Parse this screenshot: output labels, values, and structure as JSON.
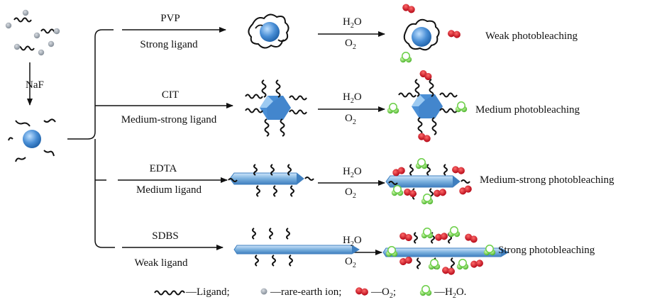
{
  "left": {
    "reagent": "NaF"
  },
  "rows": [
    {
      "ligand": "PVP",
      "strength": "Strong ligand",
      "reaction_top": "H",
      "reaction_top_sub": "2",
      "reaction_top_tail": "O",
      "reaction_bottom": "O",
      "reaction_bottom_sub": "2",
      "result": "Weak photobleaching"
    },
    {
      "ligand": "CIT",
      "strength": "Medium-strong ligand",
      "reaction_top": "H",
      "reaction_top_sub": "2",
      "reaction_top_tail": "O",
      "reaction_bottom": "O",
      "reaction_bottom_sub": "2",
      "result": "Medium photobleaching"
    },
    {
      "ligand": "EDTA",
      "strength": "Medium ligand",
      "reaction_top": "H",
      "reaction_top_sub": "2",
      "reaction_top_tail": "O",
      "reaction_bottom": "O",
      "reaction_bottom_sub": "2",
      "result": "Medium-strong photobleaching"
    },
    {
      "ligand": "SDBS",
      "strength": "Weak ligand",
      "reaction_top": "H",
      "reaction_top_sub": "2",
      "reaction_top_tail": "O",
      "reaction_bottom": "O",
      "reaction_bottom_sub": "2",
      "result": "Strong photobleaching"
    }
  ],
  "legend": {
    "ligand": "—Ligand;",
    "ion": "—rare-earth ion;",
    "o2": "—O",
    "o2_sub": "2",
    "o2_tail": ";",
    "h2o": "—H",
    "h2o_sub": "2",
    "h2o_tail": "O."
  },
  "colors": {
    "particle_blue": "#4a8fd6",
    "rod_blue": "#7ab0de",
    "oxygen_red": "#d8101a",
    "water_green": "#5cc43a",
    "ion_gray": "#9aa3ad",
    "ink": "#111111"
  }
}
